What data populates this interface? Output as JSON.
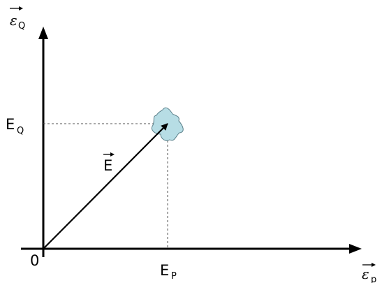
{
  "labels": {
    "y_axis_symbol": "ε",
    "y_axis_subscript": "Q",
    "x_axis_symbol": "ε",
    "x_axis_subscript": "p",
    "origin": "0",
    "eq_main": "E",
    "eq_subscript": "Q",
    "ep_main": "E",
    "ep_subscript": "P",
    "vector": "E"
  },
  "colors": {
    "blob_fill": "#b7dde5",
    "blob_stroke": "#5a7f89"
  }
}
